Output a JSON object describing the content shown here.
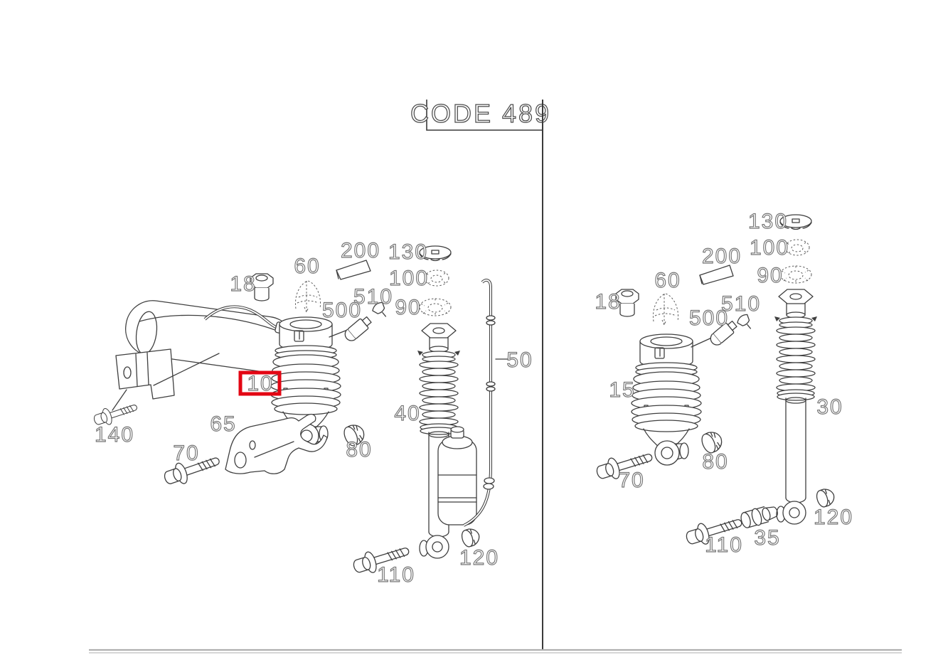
{
  "code_box": {
    "label": "CODE 489"
  },
  "colors": {
    "highlight": "#e30613",
    "line_art": "#3f3f3f",
    "callout_outline": "#747474"
  },
  "selected_part": "10",
  "callouts": {
    "left_10": "10",
    "left_18": "18",
    "left_40": "40",
    "left_50": "50",
    "left_60": "60",
    "left_65": "65",
    "left_70": "70",
    "left_80": "80",
    "left_90": "90",
    "left_100": "100",
    "left_110": "110",
    "left_120": "120",
    "left_130": "130",
    "left_140": "140",
    "left_200": "200",
    "left_500": "500",
    "left_510": "510",
    "right_15": "15",
    "right_18": "18",
    "right_30": "30",
    "right_35": "35",
    "right_60": "60",
    "right_70": "70",
    "right_80": "80",
    "right_90": "90",
    "right_100": "100",
    "right_110": "110",
    "right_120": "120",
    "right_130": "130",
    "right_200": "200",
    "right_500": "500",
    "right_510": "510"
  }
}
